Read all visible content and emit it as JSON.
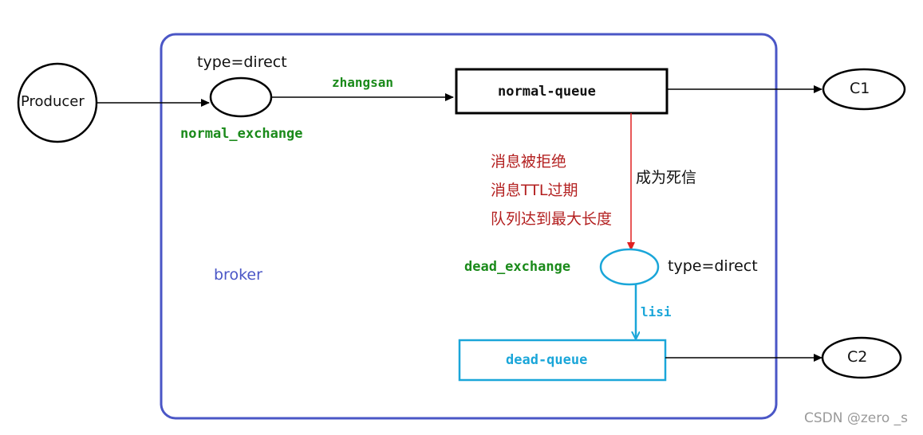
{
  "producer": "Producer",
  "broker_label": "broker",
  "normal_exchange": {
    "type_label": "type=direct",
    "name": "normal_exchange"
  },
  "routing_key_normal": "zhangsan",
  "normal_queue": "normal-queue",
  "consumer1": "C1",
  "dead_letter_reasons": [
    "消息被拒绝",
    "消息TTL过期",
    "队列达到最大长度"
  ],
  "becomes_dead_letter": "成为死信",
  "dead_exchange": {
    "name": "dead_exchange",
    "type_label": "type=direct"
  },
  "routing_key_dead": "lisi",
  "dead_queue": "dead-queue",
  "consumer2": "C2",
  "watermark": "CSDN @zero _s",
  "colors": {
    "broker_border": "#4a56c6",
    "dead_path": "#1aa6d9",
    "dead_letter_arrow": "#e02020",
    "green_label": "#1a8a1a",
    "reason_text": "#b32020"
  }
}
